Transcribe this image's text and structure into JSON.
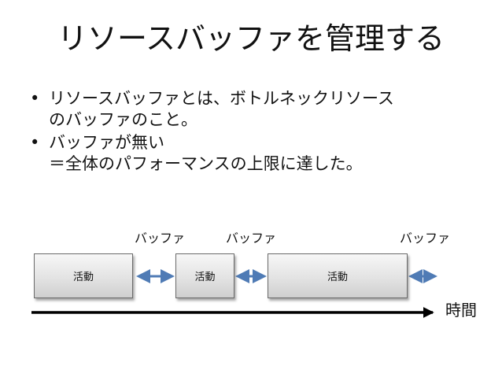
{
  "slide": {
    "title": "リソースバッファを管理する",
    "bullet_symbol": "•",
    "bullets": [
      {
        "lines": [
          "リソースバッファとは、ボトルネックリソース",
          "のバッファのこと。"
        ]
      },
      {
        "lines": [
          "バッファが無い",
          "＝全体のパフォーマンスの上限に達した。"
        ]
      }
    ]
  },
  "diagram": {
    "activities": [
      "活動",
      "活動",
      "活動"
    ],
    "buffer_labels": [
      "バッファ",
      "バッファ",
      "バッファ"
    ],
    "time_axis_label": "時間",
    "colors": {
      "buffer_arrow": "#4f7bb5",
      "time_arrow": "#000000",
      "box_border": "#6a6a6a"
    }
  }
}
